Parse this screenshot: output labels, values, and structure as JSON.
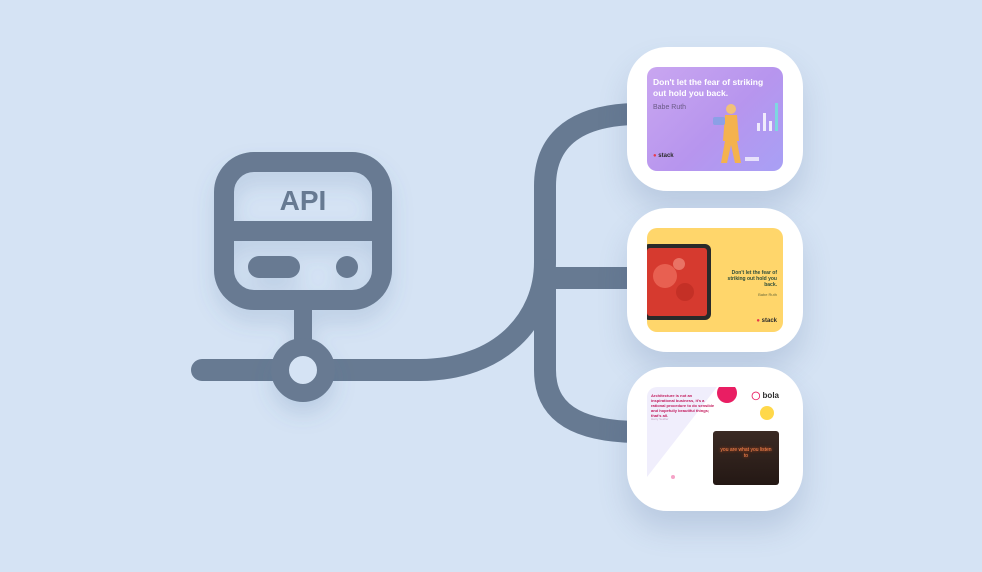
{
  "server": {
    "label": "API"
  },
  "colors": {
    "background": "#d5e3f4",
    "line": "#677a92",
    "card": "#ffffff"
  },
  "cards": [
    {
      "quote": "Don't let the fear of striking out hold you back.",
      "author": "Babe Ruth",
      "brand": "stack"
    },
    {
      "quote": "Don't let the fear of striking out hold you back.",
      "author": "Babe Ruth",
      "brand": "stack"
    },
    {
      "quote": "Architecture is not an inspirational business, it's a rational procedure to do sensible and hopefully beautiful things; that's all.",
      "author": "Harry Seidler",
      "brand": "bola",
      "neon": "you are what you listen to"
    }
  ]
}
